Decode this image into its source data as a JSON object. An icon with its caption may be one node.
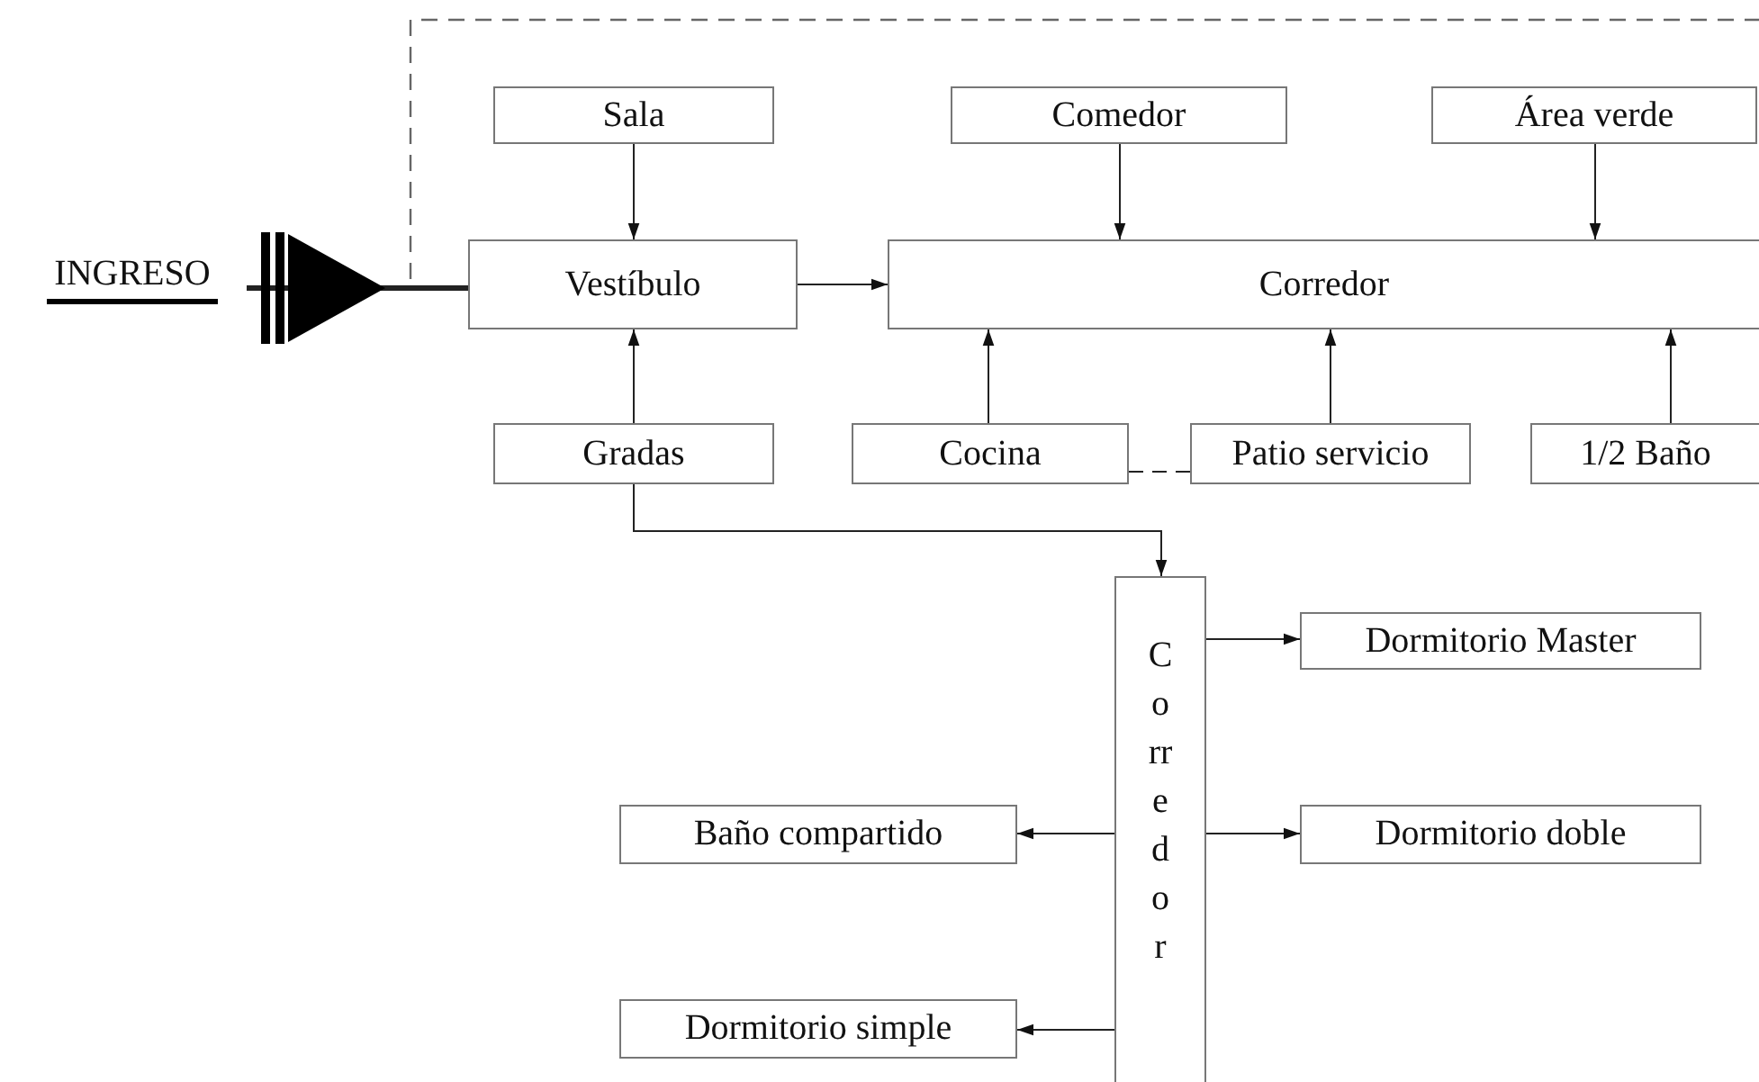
{
  "diagram": {
    "nodes": [
      {
        "text": [
          "INGRESO"
        ]
      },
      {
        "text": [
          "Sala"
        ]
      },
      {
        "text": [
          "Comedor"
        ]
      },
      {
        "text": [
          "Área verde"
        ]
      },
      {
        "text": [
          "Vestíbulo"
        ]
      },
      {
        "text": [
          "Corredor"
        ]
      },
      {
        "text": [
          "Gradas"
        ]
      },
      {
        "text": [
          "Cocina"
        ]
      },
      {
        "text": [
          "Patio servicio"
        ]
      },
      {
        "text": [
          "1/2 Baño"
        ]
      },
      {
        "text": [
          "Corredor"
        ]
      },
      {
        "text": [
          "Dormitorio Master"
        ]
      },
      {
        "text": [
          "Baño compartido"
        ]
      },
      {
        "text": [
          "Dormitorio doble"
        ]
      },
      {
        "text": [
          "Dormitorio simple"
        ]
      }
    ],
    "edges": [
      {
        "from": 0,
        "to": 4,
        "arrow": "to",
        "style": "thick"
      },
      {
        "from": 1,
        "to": 4,
        "arrow": "to"
      },
      {
        "from": 2,
        "to": 5,
        "arrow": "to"
      },
      {
        "from": 3,
        "to": 5,
        "arrow": "to"
      },
      {
        "from": 4,
        "to": 5,
        "arrow": "to"
      },
      {
        "from": 7,
        "to": 5,
        "arrow": "to"
      },
      {
        "from": 8,
        "to": 5,
        "arrow": "to"
      },
      {
        "from": 9,
        "to": 5,
        "arrow": "to"
      },
      {
        "from": 7,
        "to": 8,
        "arrow": "none",
        "style": "dashed"
      },
      {
        "from": 6,
        "to": 4,
        "arrow": "to"
      },
      {
        "from": 6,
        "to": 10,
        "arrow": "to"
      },
      {
        "from": 10,
        "to": 11,
        "arrow": "to"
      },
      {
        "from": 10,
        "to": 12,
        "arrow": "to"
      },
      {
        "from": 10,
        "to": 13,
        "arrow": "to"
      },
      {
        "from": 10,
        "to": 14,
        "arrow": "to"
      }
    ]
  }
}
